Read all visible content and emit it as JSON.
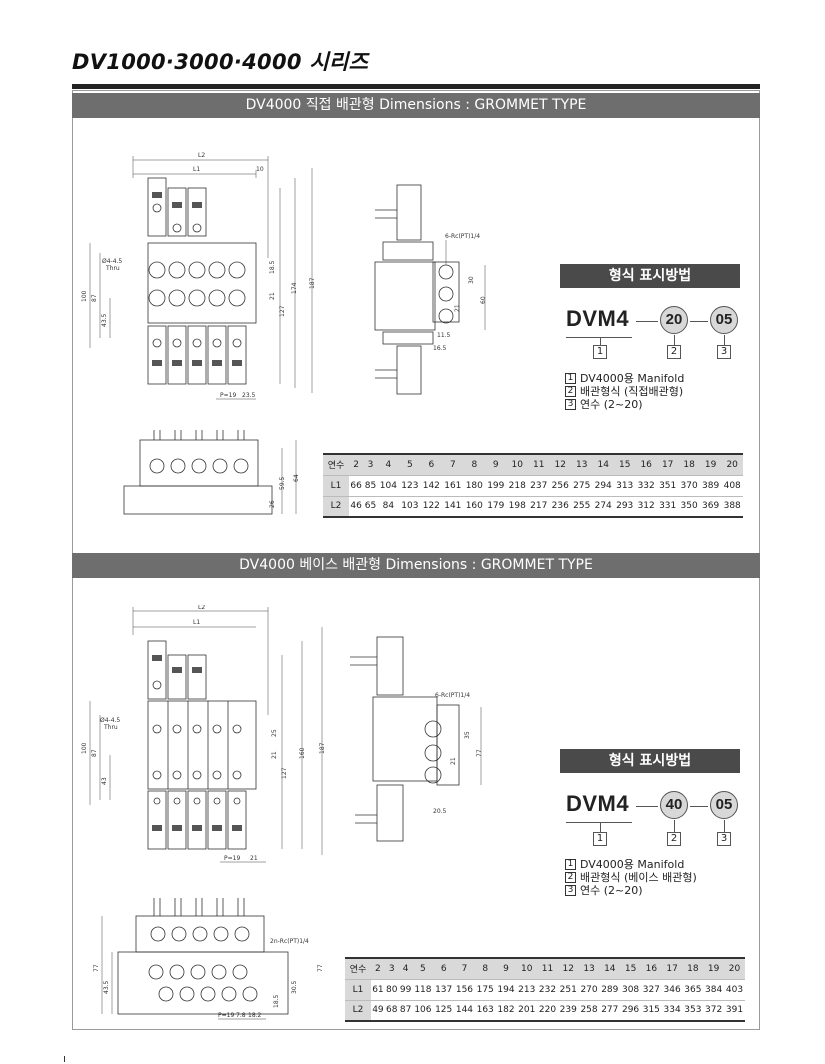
{
  "page": {
    "title": "DV1000·3000·4000 시리즈"
  },
  "sections": [
    {
      "header": "DV4000 직접 배관형 Dimensions : GROMMET TYPE",
      "labels": {
        "L2": "L2",
        "L1": "L1",
        "d10": "10",
        "hole": "Ø4-4.5",
        "thru": "Thru",
        "d100": "100",
        "d87": "87",
        "d43_5": "43.5",
        "d18_5": "18.5",
        "d21": "21",
        "d127": "127",
        "d174": "174",
        "d187": "187",
        "pitch": "P=19",
        "d23_5": "23.5",
        "port": "6-Rc(PT)1/4",
        "s30": "30",
        "s21": "21",
        "s60": "60",
        "s11_5": "11.5",
        "s16_5": "16.5",
        "b59_5": "59.5",
        "b64": "64",
        "b26": "26"
      },
      "code": {
        "heading": "형식 표시방법",
        "model": "DVM4",
        "part1": "20",
        "part2": "05",
        "nums": [
          "1",
          "2",
          "3"
        ],
        "legend": [
          {
            "n": "1",
            "text": "DV4000용 Manifold"
          },
          {
            "n": "2",
            "text": "배관형식 (직접배관형)"
          },
          {
            "n": "3",
            "text": "연수 (2~20)"
          }
        ]
      },
      "table": {
        "header": [
          "연수",
          "2",
          "3",
          "4",
          "5",
          "6",
          "7",
          "8",
          "9",
          "10",
          "11",
          "12",
          "13",
          "14",
          "15",
          "16",
          "17",
          "18",
          "19",
          "20"
        ],
        "rows": [
          [
            "L1",
            "66",
            "85",
            "104",
            "123",
            "142",
            "161",
            "180",
            "199",
            "218",
            "237",
            "256",
            "275",
            "294",
            "313",
            "332",
            "351",
            "370",
            "389",
            "408"
          ],
          [
            "L2",
            "46",
            "65",
            "84",
            "103",
            "122",
            "141",
            "160",
            "179",
            "198",
            "217",
            "236",
            "255",
            "274",
            "293",
            "312",
            "331",
            "350",
            "369",
            "388"
          ]
        ]
      }
    },
    {
      "header": "DV4000 베이스 배관형 Dimensions : GROMMET TYPE",
      "labels": {
        "L2": "L2",
        "L1": "L1",
        "hole": "Ø4-4.5",
        "thru": "Thru",
        "d100": "100",
        "d87": "87",
        "d43": "43",
        "d25": "25",
        "d21": "21",
        "d127": "127",
        "d160": "160",
        "d187": "187",
        "pitch": "P=19",
        "d21b": "21",
        "port": "6-Rc(PT)1/4",
        "s35": "35",
        "s21": "21",
        "s77": "77",
        "s20_5": "20.5",
        "bport": "2n-Rc(PT)1/4",
        "b77": "77",
        "b77r": "77",
        "b43_5": "43.5",
        "b30_5": "30.5",
        "b18_5": "18.5",
        "bp19": "P=19",
        "b7_8": "7.8",
        "b18_2": "18.2"
      },
      "code": {
        "heading": "형식 표시방법",
        "model": "DVM4",
        "part1": "40",
        "part2": "05",
        "nums": [
          "1",
          "2",
          "3"
        ],
        "legend": [
          {
            "n": "1",
            "text": "DV4000용 Manifold"
          },
          {
            "n": "2",
            "text": "배관형식 (베이스 배관형)"
          },
          {
            "n": "3",
            "text": "연수 (2~20)"
          }
        ]
      },
      "table": {
        "header": [
          "연수",
          "2",
          "3",
          "4",
          "5",
          "6",
          "7",
          "8",
          "9",
          "10",
          "11",
          "12",
          "13",
          "14",
          "15",
          "16",
          "17",
          "18",
          "19",
          "20"
        ],
        "rows": [
          [
            "L1",
            "61",
            "80",
            "99",
            "118",
            "137",
            "156",
            "175",
            "194",
            "213",
            "232",
            "251",
            "270",
            "289",
            "308",
            "327",
            "346",
            "365",
            "384",
            "403"
          ],
          [
            "L2",
            "49",
            "68",
            "87",
            "106",
            "125",
            "144",
            "163",
            "182",
            "201",
            "220",
            "239",
            "258",
            "277",
            "296",
            "315",
            "334",
            "353",
            "372",
            "391"
          ]
        ]
      }
    }
  ]
}
